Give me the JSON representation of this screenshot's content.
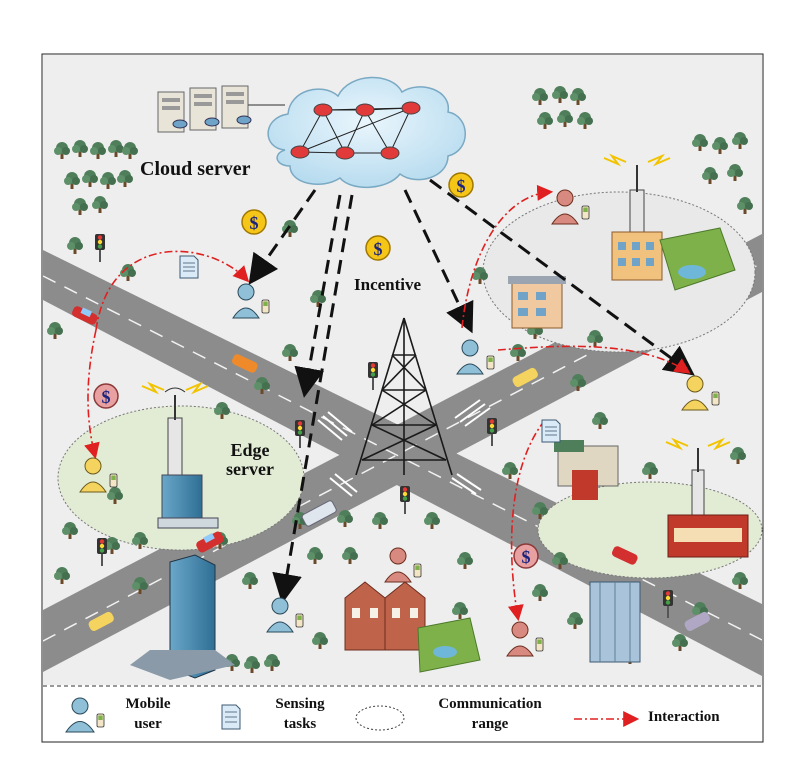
{
  "labels": {
    "cloud_server": "Cloud server",
    "incentive": "Incentive",
    "edge_server_line1": "Edge",
    "edge_server_line2": "server",
    "dollar_symbol": "$"
  },
  "legend": {
    "mobile_user_line1": "Mobile",
    "mobile_user_line2": "user",
    "sensing_tasks_line1": "Sensing",
    "sensing_tasks_line2": "tasks",
    "communication_range_line1": "Communication",
    "communication_range_line2": "range",
    "interaction": "Interaction"
  },
  "colors": {
    "road": "#8c8c8c",
    "ground": "#eeeeee",
    "tree": "#4f7f5a",
    "user_blue": "#8fc0d8",
    "user_yellow": "#f4d35e",
    "user_red": "#d98a80",
    "coin": "#f5c518",
    "coin_pink": "#e8a0a0",
    "interaction_arrow": "#e02020",
    "incentive_arrow": "#111111"
  }
}
